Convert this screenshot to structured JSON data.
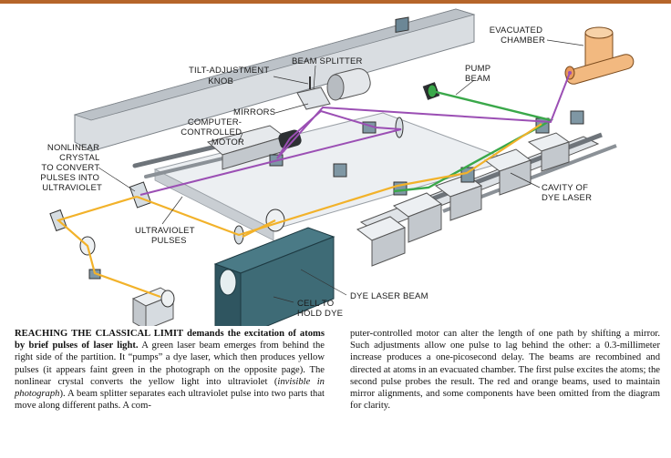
{
  "colors": {
    "top_rule": "#b5652a",
    "pump_beam": "#3aa84a",
    "ultraviolet": "#9b4fb4",
    "dye_beam": "#f2b22a",
    "partition": "#b9bec4",
    "chamber": "#f2b980"
  },
  "labels": {
    "beam_splitter": "BEAM SPLITTER",
    "tilt_knob": [
      "TILT-ADJUSTMENT",
      "KNOB"
    ],
    "mirrors": "MIRRORS",
    "computer_motor": [
      "COMPUTER-",
      "CONTROLLED",
      "MOTOR"
    ],
    "nonlinear_crystal": [
      "NONLINEAR",
      "CRYSTAL",
      "TO CONVERT",
      "PULSES INTO",
      "ULTRAVIOLET"
    ],
    "evacuated_chamber": [
      "EVACUATED",
      "CHAMBER"
    ],
    "pump_beam": [
      "PUMP",
      "BEAM"
    ],
    "cavity": [
      "CAVITY OF",
      "DYE LASER"
    ],
    "uv_pulses": [
      "ULTRAVIOLET",
      "PULSES"
    ],
    "dye_laser_beam": "DYE LASER BEAM",
    "cell_dye": [
      "CELL TO",
      "HOLD DYE"
    ]
  },
  "caption": {
    "left_bold": "REACHING THE CLASSICAL LIMIT demands the excitation of atoms by brief pulses of laser light.",
    "left_1": " A green laser beam emerges from behind the right side of the partition. It “pumps” a dye laser, which then produces yellow pulses (it appears faint green in the photograph on the opposite page). The nonlinear crystal converts the yellow light into ultraviolet (",
    "left_italic": "invisible in photograph",
    "left_2": "). A beam splitter separates each ultraviolet pulse into two parts that move along different paths. A com-",
    "right": "puter-controlled motor can alter the length of one path by shifting a mirror. Such adjustments allow one pulse to lag behind the other: a 0.3-millimeter increase produces a one-picosecond delay. The beams are recombined and directed at atoms in an evacuated chamber. The first pulse excites the atoms; the second pulse probes the result. The red and orange beams, used to maintain mirror alignments, and some components have been omitted from the diagram for clarity."
  }
}
